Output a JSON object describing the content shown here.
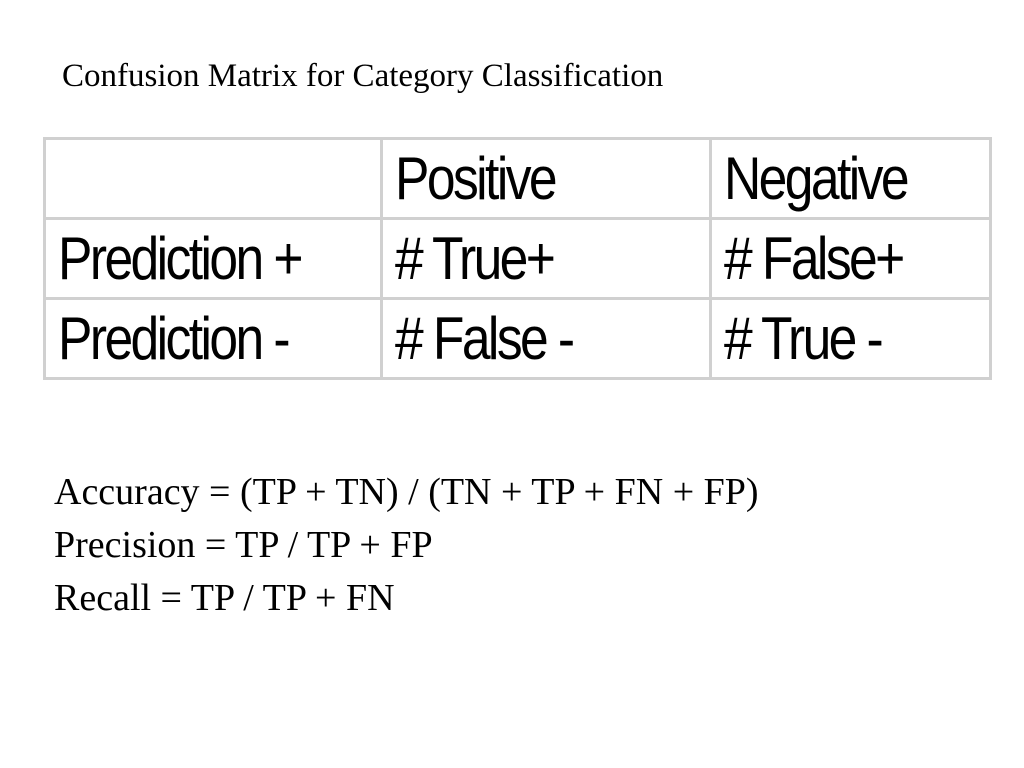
{
  "title": "Confusion Matrix for Category Classification",
  "matrix": {
    "header": [
      "",
      "Positive",
      "Negative"
    ],
    "rows": [
      [
        "Prediction +",
        "# True+",
        "# False+"
      ],
      [
        "Prediction -",
        "# False -",
        "# True -"
      ]
    ]
  },
  "formulas": {
    "accuracy": "Accuracy = (TP + TN) / (TN + TP + FN + FP)",
    "precision": "Precision = TP / TP + FP",
    "recall": "Recall = TP / TP + FN"
  },
  "colors": {
    "grid_border": "#d0d0d0",
    "text": "#000000",
    "background": "#ffffff"
  }
}
